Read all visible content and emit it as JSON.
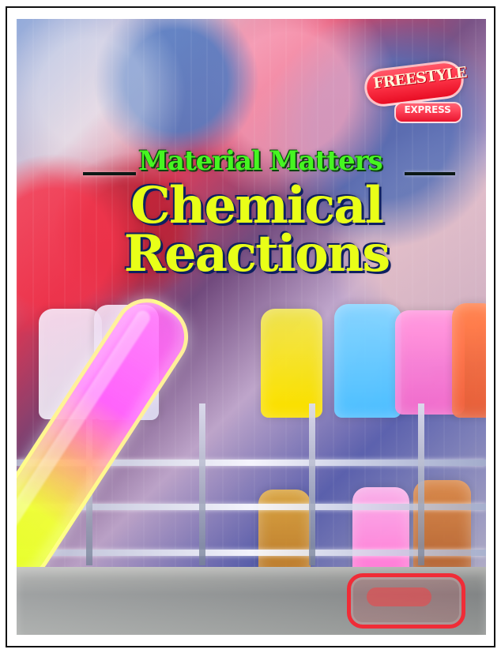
{
  "cover": {
    "series_title": "Material Matters",
    "main_title_line1": "Chemical",
    "main_title_line2": "Reactions"
  },
  "publisher": {
    "brand": "FREESTYLE",
    "subbrand": "EXPRESS"
  },
  "colors": {
    "series_green": "#53ef32",
    "main_yellow": "#e9ff2f",
    "logo_red": "#d61227",
    "tube_pink": "#ff62f0",
    "tube_yellow": "#e7ff3d"
  },
  "icons": {
    "publisher_badge": "publisher-badge-icon",
    "test_tube": "test-tube-icon",
    "stamp": "stamp-icon"
  }
}
